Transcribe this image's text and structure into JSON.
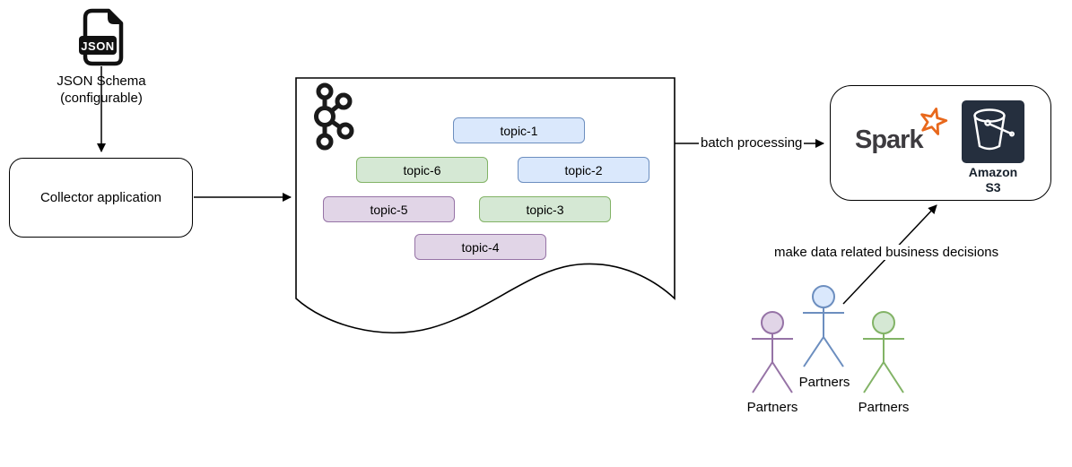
{
  "colors": {
    "blue_fill": "#dae8fc",
    "blue_stroke": "#6c8ebf",
    "green_fill": "#d5e8d4",
    "green_stroke": "#82b366",
    "purple_fill": "#e1d5e7",
    "purple_stroke": "#9673a6",
    "line": "#000000",
    "s3_icon_bg": "#252f3e",
    "spark_orange": "#e8681c",
    "spark_text": "#3d3b3f"
  },
  "json_schema": {
    "icon_label": "JSON",
    "caption_line1": "JSON Schema",
    "caption_line2": "(configurable)"
  },
  "collector": {
    "label": "Collector application"
  },
  "kafka": {
    "topics": [
      {
        "label": "topic-1",
        "color": "blue"
      },
      {
        "label": "topic-2",
        "color": "blue"
      },
      {
        "label": "topic-3",
        "color": "green"
      },
      {
        "label": "topic-4",
        "color": "purple"
      },
      {
        "label": "topic-5",
        "color": "purple"
      },
      {
        "label": "topic-6",
        "color": "green"
      }
    ]
  },
  "arrows": {
    "batch_label": "batch processing",
    "decisions_label": "make data related business decisions"
  },
  "destination": {
    "spark_label": "Spark",
    "s3_line1": "Amazon",
    "s3_line2": "S3"
  },
  "partners": [
    {
      "label": "Partners",
      "color": "purple"
    },
    {
      "label": "Partners",
      "color": "blue"
    },
    {
      "label": "Partners",
      "color": "green"
    }
  ]
}
